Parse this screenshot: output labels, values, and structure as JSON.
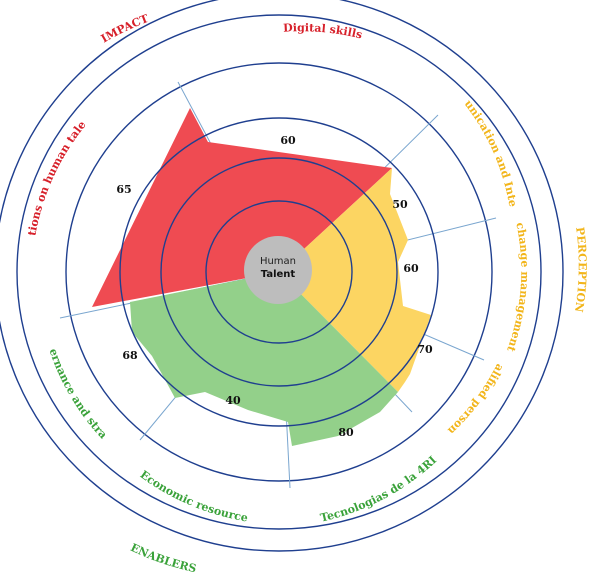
{
  "center": {
    "line1": "Human",
    "line2": "Talent",
    "fill": "#bdbdbd"
  },
  "outer_labels": [
    {
      "key": "impact",
      "text": "IMPACT",
      "color": "#d7202a"
    },
    {
      "key": "perception",
      "text": "PERCEPTION",
      "color": "#f2b51a"
    },
    {
      "key": "enablers",
      "text": "ENABLERS",
      "color": "#3aa23a"
    }
  ],
  "sectors": [
    {
      "key": "digital",
      "label": "Digital skills",
      "value": "60",
      "group": "impact"
    },
    {
      "key": "communication",
      "label": "Communication and Integration",
      "value": "50",
      "group": "perception"
    },
    {
      "key": "change",
      "label": "change management",
      "value": "60",
      "group": "perception"
    },
    {
      "key": "qualified",
      "label": "Qualified personnel",
      "value": "70",
      "group": "perception"
    },
    {
      "key": "tech4ri",
      "label": "Tecnologias de la 4RI",
      "value": "80",
      "group": "enablers"
    },
    {
      "key": "economic",
      "label": "Economic resources",
      "value": "40",
      "group": "enablers"
    },
    {
      "key": "governance",
      "label": "Governance and strategy",
      "value": "68",
      "group": "enablers"
    },
    {
      "key": "actions",
      "label": "Actions on human talent",
      "value": "65",
      "group": "impact"
    }
  ],
  "colors": {
    "impact": "#d7202a",
    "impact_fill": "#ef4b52",
    "perception": "#f2b51a",
    "perception_fill": "#fcd562",
    "enablers": "#3aa23a",
    "enablers_fill": "#93d08a",
    "rings": "#1f3f8f",
    "dividers": "#7aa6cf"
  }
}
